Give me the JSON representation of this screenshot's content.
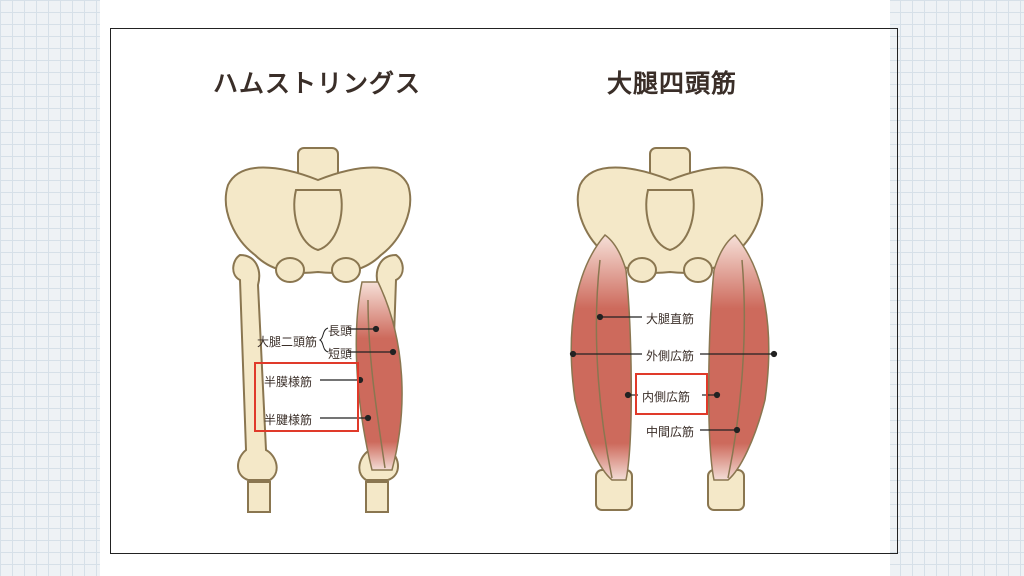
{
  "titles": {
    "left": "ハムストリングス",
    "right": "大腿四頭筋"
  },
  "hamstrings": {
    "group": "大腿二頭筋",
    "long_head": "長頭",
    "short_head": "短頭",
    "semimembranosus": "半膜様筋",
    "semitendinosus": "半腱様筋"
  },
  "quadriceps": {
    "rectus_femoris": "大腿直筋",
    "vastus_lateralis": "外側広筋",
    "vastus_medialis": "内側広筋",
    "vastus_intermedius": "中間広筋"
  },
  "colors": {
    "bone": "#f4e8c8",
    "bone_outline": "#8a7650",
    "muscle": "#cd6a5c",
    "highlight": "#e03a2a"
  }
}
